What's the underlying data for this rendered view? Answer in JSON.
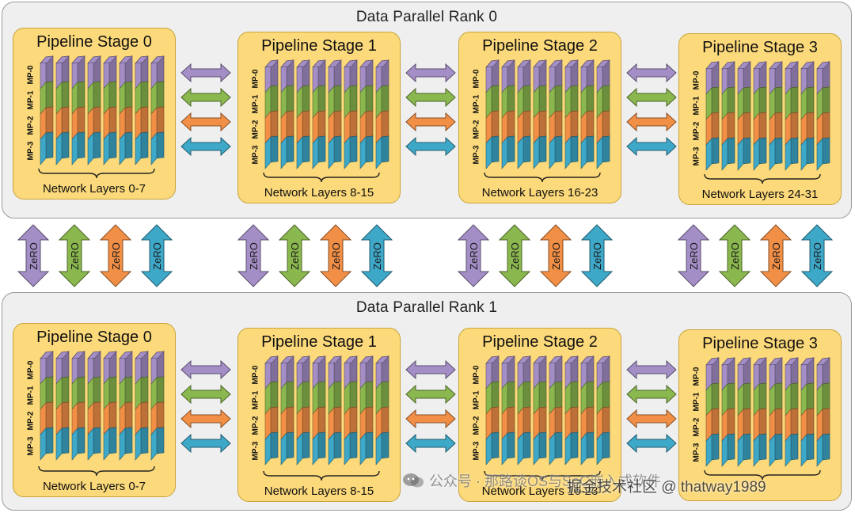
{
  "diagram": {
    "ranks": [
      {
        "title": "Data Parallel Rank 0",
        "stages": [
          {
            "title": "Pipeline Stage 0",
            "footer": "Network Layers 0-7"
          },
          {
            "title": "Pipeline Stage 1",
            "footer": "Network Layers 8-15"
          },
          {
            "title": "Pipeline Stage 2",
            "footer": "Network Layers 16-23"
          },
          {
            "title": "Pipeline Stage 3",
            "footer": "Network Layers 24-31"
          }
        ]
      },
      {
        "title": "Data Parallel Rank 1",
        "stages": [
          {
            "title": "Pipeline Stage 0",
            "footer": "Network Layers 0-7"
          },
          {
            "title": "Pipeline Stage 1",
            "footer": "Network Layers 8-15"
          },
          {
            "title": "Pipeline Stage 2",
            "footer": "Network Layers 16-23"
          },
          {
            "title": "Pipeline Stage 3",
            "footer": ""
          }
        ]
      }
    ],
    "mp_labels": [
      "MP-0",
      "MP-1",
      "MP-2",
      "MP-3"
    ],
    "mp_colors": [
      "#a48ec6",
      "#8ab74e",
      "#f28f46",
      "#3ea8c8"
    ],
    "zero_label": "ZeRO",
    "layers_per_stage": 8,
    "box_color": "#fcd97a",
    "rank_background": "#efefef"
  },
  "watermark": {
    "text": "公众号 · 那路谈OS与SoC嵌入式软件",
    "overlay_text": "掘金技术社区 @ thatway1989"
  }
}
